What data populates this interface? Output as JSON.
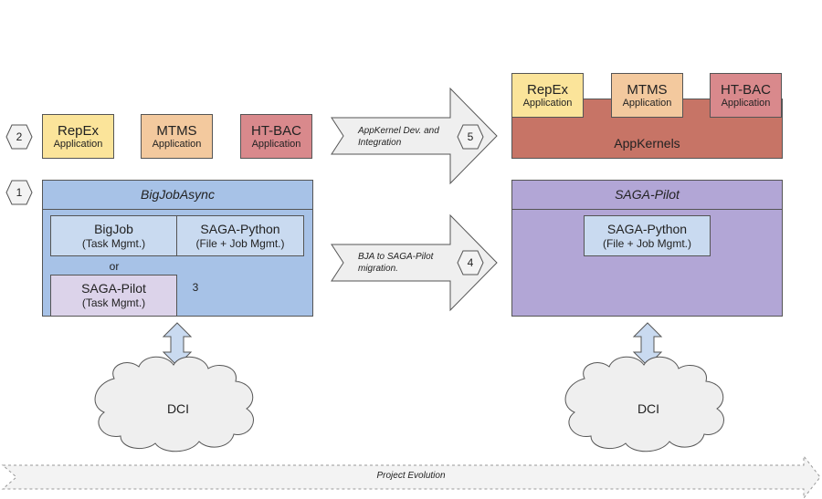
{
  "left": {
    "apps": [
      {
        "name": "RepEx",
        "sub": "Application"
      },
      {
        "name": "MTMS",
        "sub": "Application"
      },
      {
        "name": "HT-BAC",
        "sub": "Application"
      }
    ],
    "bigjobasync": {
      "title": "BigJobAsync",
      "bigjob": {
        "name": "BigJob",
        "sub": "(Task Mgmt.)"
      },
      "saga_python": {
        "name": "SAGA-Python",
        "sub": "(File + Job Mgmt.)"
      },
      "or": "or",
      "saga_pilot": {
        "name": "SAGA-Pilot",
        "sub": "(Task Mgmt.)"
      }
    },
    "dci": "DCI"
  },
  "right": {
    "apps": [
      {
        "name": "RepEx",
        "sub": "Application"
      },
      {
        "name": "MTMS",
        "sub": "Application"
      },
      {
        "name": "HT-BAC",
        "sub": "Application"
      }
    ],
    "appkernels": "AppKernels",
    "saga_pilot_title": "SAGA-Pilot",
    "saga_python": {
      "name": "SAGA-Python",
      "sub": "(File + Job Mgmt.)"
    },
    "dci": "DCI"
  },
  "arrows": {
    "top": {
      "line1": "AppKernel Dev. and",
      "line2": "Integration"
    },
    "middle": {
      "line1": "BJA to SAGA-Pilot",
      "line2": "migration."
    }
  },
  "markers": {
    "m1": "1",
    "m2": "2",
    "m3": "3",
    "m4": "4",
    "m5": "5"
  },
  "evolution": "Project Evolution"
}
